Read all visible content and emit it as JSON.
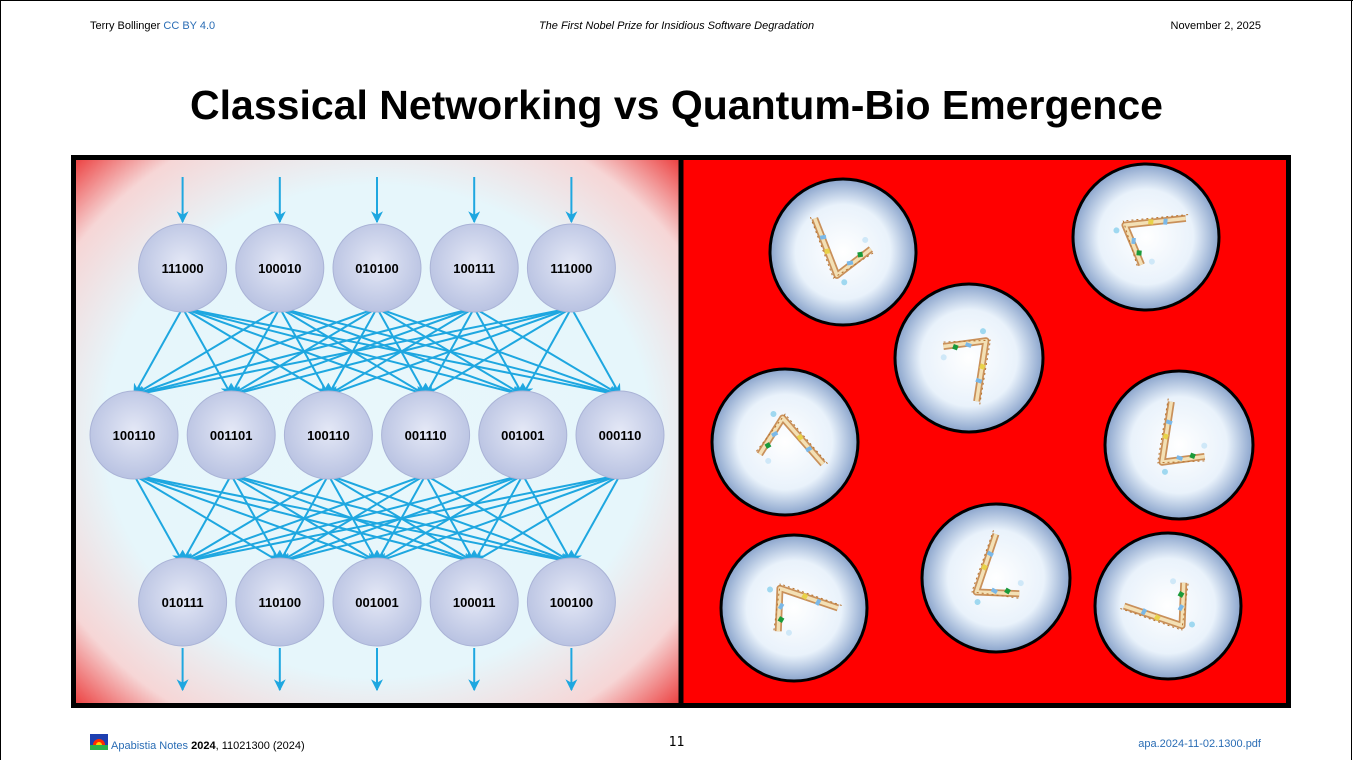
{
  "header": {
    "author": "Terry Bollinger",
    "license": "CC BY 4.0",
    "doc_title": "The First Nobel Prize for Insidious Software Degradation",
    "date": "November 2, 2025"
  },
  "slide_title": "Classical Networking vs Quantum-Bio Emergence",
  "network": {
    "top_row": [
      "111000",
      "100010",
      "010100",
      "100111",
      "111000"
    ],
    "middle_row": [
      "100110",
      "001101",
      "100110",
      "001110",
      "001001",
      "000110"
    ],
    "bottom_row": [
      "010111",
      "110100",
      "001001",
      "100011",
      "100100"
    ]
  },
  "colors": {
    "arrow": "#1ea7e0",
    "node_fill": "#c3cbe6",
    "panel_red": "#ff0000",
    "bubble_edge": "#000000"
  },
  "footer": {
    "publication": "Apabistia Notes",
    "year": "2024",
    "identifier": ", 11021300 (2024)",
    "page_number": "11",
    "filename": "apa.2024-11-02.1300.pdf"
  }
}
